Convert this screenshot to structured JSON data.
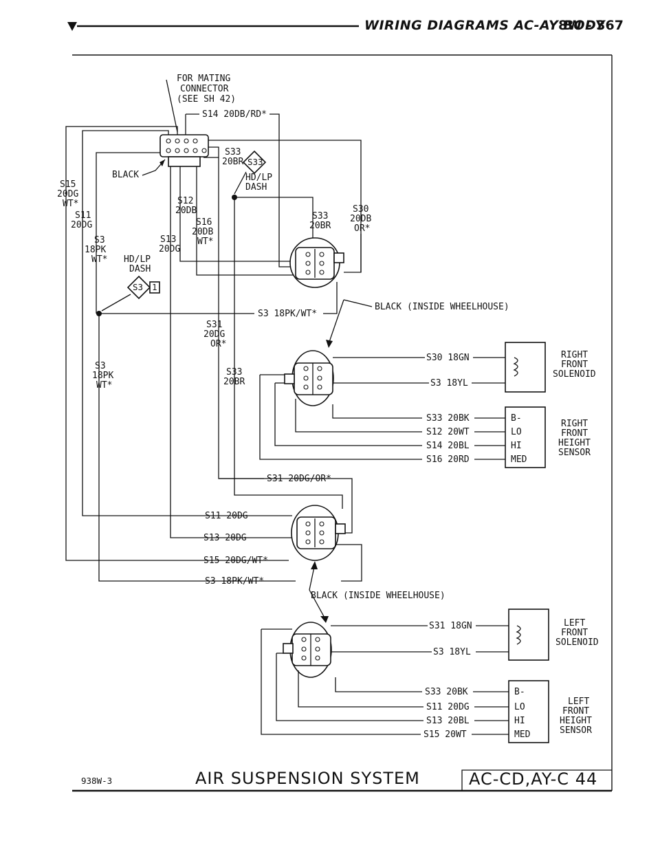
{
  "header": {
    "title": "WIRING DIAGRAMS AC-AY BODY",
    "page": "8W - 367"
  },
  "labels": {
    "mating": [
      "FOR MATING",
      "CONNECTOR",
      "(SEE SH 42)"
    ],
    "s14_top": "S14 20DB/RD*",
    "black_top": "BLACK",
    "s33_top_a": "S33",
    "s33_top_b": "20BR",
    "splice_s33": "S33",
    "hdlp_right_a": "HD/LP",
    "hdlp_right_b": "DASH",
    "s15": [
      "S15",
      "20DG",
      "WT*"
    ],
    "s11": [
      "S11",
      "20DG"
    ],
    "s3_upper": [
      "S3",
      "18PK",
      "WT*"
    ],
    "hdlp_left": [
      "HD/LP",
      "DASH"
    ],
    "splice_s3": "S3",
    "splice_s3_num": "1",
    "s12": [
      "S12",
      "20DB"
    ],
    "s16": [
      "S16",
      "20DB",
      "WT*"
    ],
    "s13": [
      "S13",
      "20DG"
    ],
    "s33_mid": [
      "S33",
      "20BR"
    ],
    "s30_mid": [
      "S30",
      "20DB",
      "OR*"
    ],
    "s3_mid": "S3 18PK/WT*",
    "black_inside_1": "BLACK (INSIDE WHEELHOUSE)",
    "s31_mid": [
      "S31",
      "20DG",
      "OR*"
    ],
    "s3_lower": [
      "S3",
      "18PK",
      "WT*"
    ],
    "s33_lower": [
      "S33",
      "20BR"
    ],
    "rf_wires": [
      "S30 18GN",
      "S3 18YL"
    ],
    "rf_sol": [
      "RIGHT",
      "FRONT",
      "SOLENOID"
    ],
    "rf_sens_wires": [
      "S33 20BK",
      "S12 20WT",
      "S14 20BL",
      "S16 20RD"
    ],
    "rf_pins": [
      "B-",
      "LO",
      "HI",
      "MED"
    ],
    "rf_sens": [
      "RIGHT",
      "FRONT",
      "HEIGHT",
      "SENSOR"
    ],
    "s31_wire": "S31 20DG/OR*",
    "mid_wires": [
      "S11 20DG",
      "S13 20DG",
      "S15 20DG/WT*",
      "S3 18PK/WT*"
    ],
    "black_inside_2": "BLACK (INSIDE WHEELHOUSE)",
    "lf_wires": [
      "S31 18GN",
      "S3 18YL"
    ],
    "lf_sol": [
      "LEFT",
      "FRONT",
      "SOLENOID"
    ],
    "lf_sens_wires": [
      "S33 20BK",
      "S11 20DG",
      "S13 20BL",
      "S15 20WT"
    ],
    "lf_pins": [
      "B-",
      "LO",
      "HI",
      "MED"
    ],
    "lf_sens": [
      "LEFT",
      "FRONT",
      "HEIGHT",
      "SENSOR"
    ]
  },
  "footer": {
    "code": "938W-3",
    "system": "AIR SUSPENSION SYSTEM",
    "ref": "AC-CD,AY-C 44"
  }
}
